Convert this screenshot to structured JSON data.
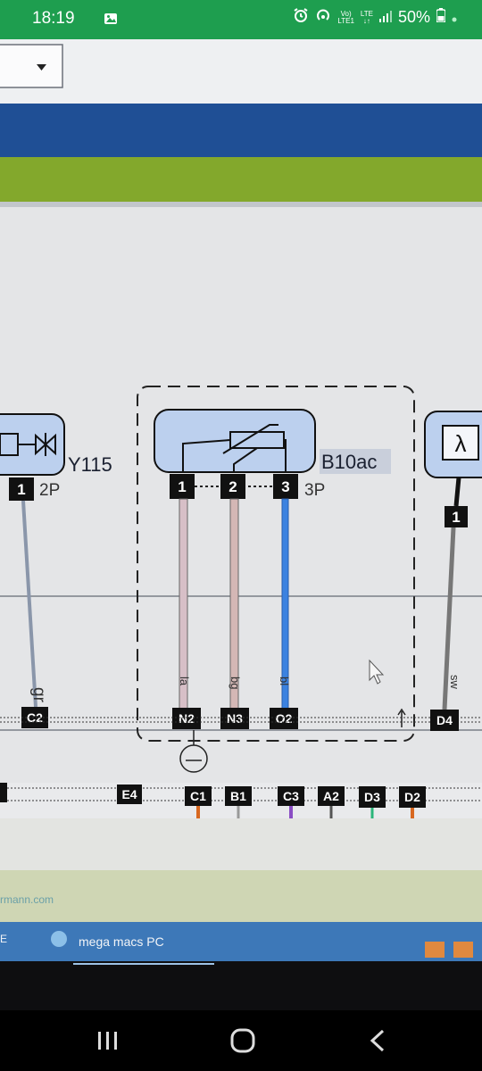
{
  "status_bar": {
    "time": "18:19",
    "network_volte": "Vo)",
    "network_lte1": "LTE1",
    "network_lte": "LTE",
    "battery": "50%"
  },
  "diagram": {
    "components": {
      "y115": {
        "label": "Y115",
        "pin_count": "2P",
        "pin": "1",
        "wire_color": "gr",
        "connector": "C2"
      },
      "b10ac": {
        "label": "B10ac",
        "pin_count": "3P",
        "pins": [
          "1",
          "2",
          "3"
        ],
        "wire_colors": [
          "la",
          "bg",
          "bl"
        ],
        "connectors": [
          "N2",
          "N3",
          "O2"
        ]
      },
      "lambda": {
        "symbol": "λ",
        "pin": "1",
        "wire_color": "sw",
        "connector": "D4"
      }
    },
    "bus_connectors": [
      "E4",
      "C1",
      "B1",
      "C3",
      "A2",
      "D3",
      "D2"
    ]
  },
  "screen": {
    "url_fragment": "rmann.com",
    "taskbar_left": "E",
    "taskbar_app": "mega macs PC"
  },
  "colors": {
    "status_bar": "#1e9e4f",
    "header_blue": "#1f4f95",
    "header_green": "#83a82c",
    "wire_blue": "#3b82e0",
    "pin_box": "#111111",
    "component_fill": "#bcd0ee"
  }
}
